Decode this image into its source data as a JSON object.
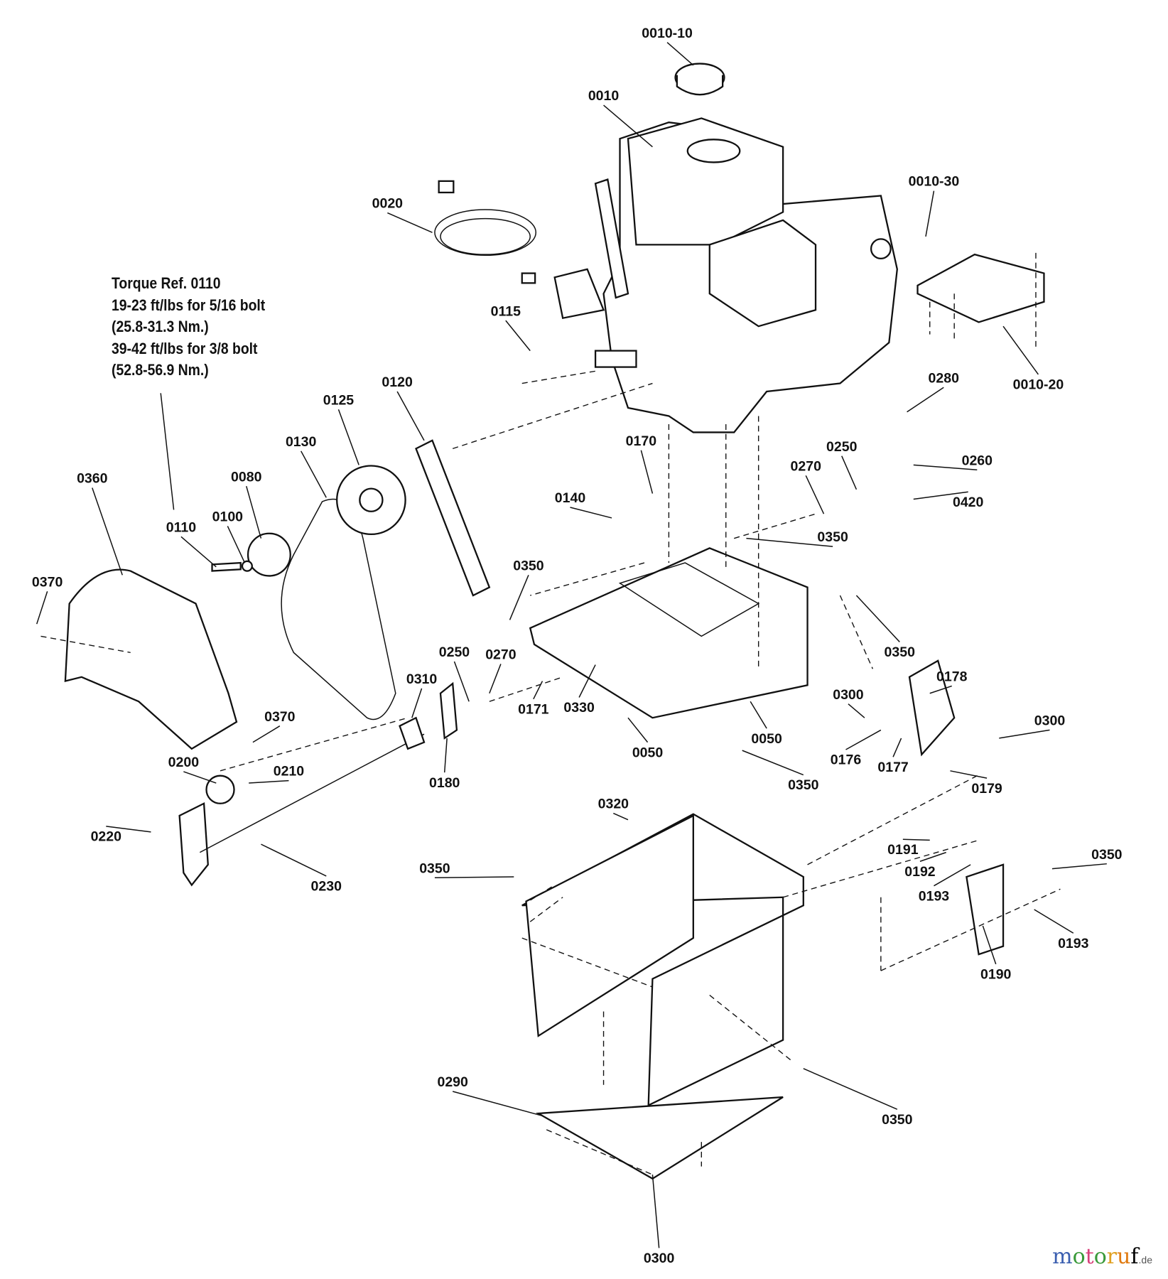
{
  "torque_note": {
    "lines": [
      "Torque Ref. 0110",
      "19-23 ft/lbs for 5/16 bolt",
      "(25.8-31.3 Nm.)",
      "39-42 ft/lbs for 3/8 bolt",
      "(52.8-56.9 Nm.)"
    ]
  },
  "part_labels": [
    "0010-10",
    "0010",
    "0020",
    "0010-30",
    "0115",
    "0120",
    "0125",
    "0130",
    "0080",
    "0360",
    "0110",
    "0100",
    "0170",
    "0140",
    "0280",
    "0010-20",
    "0250",
    "0270",
    "0260",
    "0420",
    "0350",
    "0350",
    "0370",
    "0350",
    "0250",
    "0270",
    "0310",
    "0171",
    "0330",
    "0178",
    "0300",
    "0300",
    "0370",
    "0050",
    "0050",
    "0350",
    "0176",
    "0177",
    "0179",
    "0200",
    "0210",
    "0180",
    "0320",
    "0220",
    "0230",
    "0191",
    "0192",
    "0193",
    "0350",
    "0350",
    "0193",
    "0190",
    "0290",
    "0350",
    "0300"
  ],
  "watermark": {
    "letters": [
      "m",
      "o",
      "t",
      "o",
      "r",
      "u",
      "f"
    ],
    "suffix": ".de"
  }
}
